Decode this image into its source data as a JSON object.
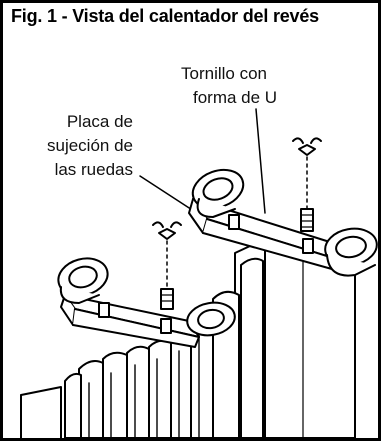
{
  "figure": {
    "title": "Fig. 1 - Vista del calentador del revés",
    "labels": {
      "u_bolt": [
        "Tornillo con",
        "forma de U"
      ],
      "wheel_plate": [
        "Placa de",
        "sujeción de",
        "las ruedas"
      ]
    }
  }
}
